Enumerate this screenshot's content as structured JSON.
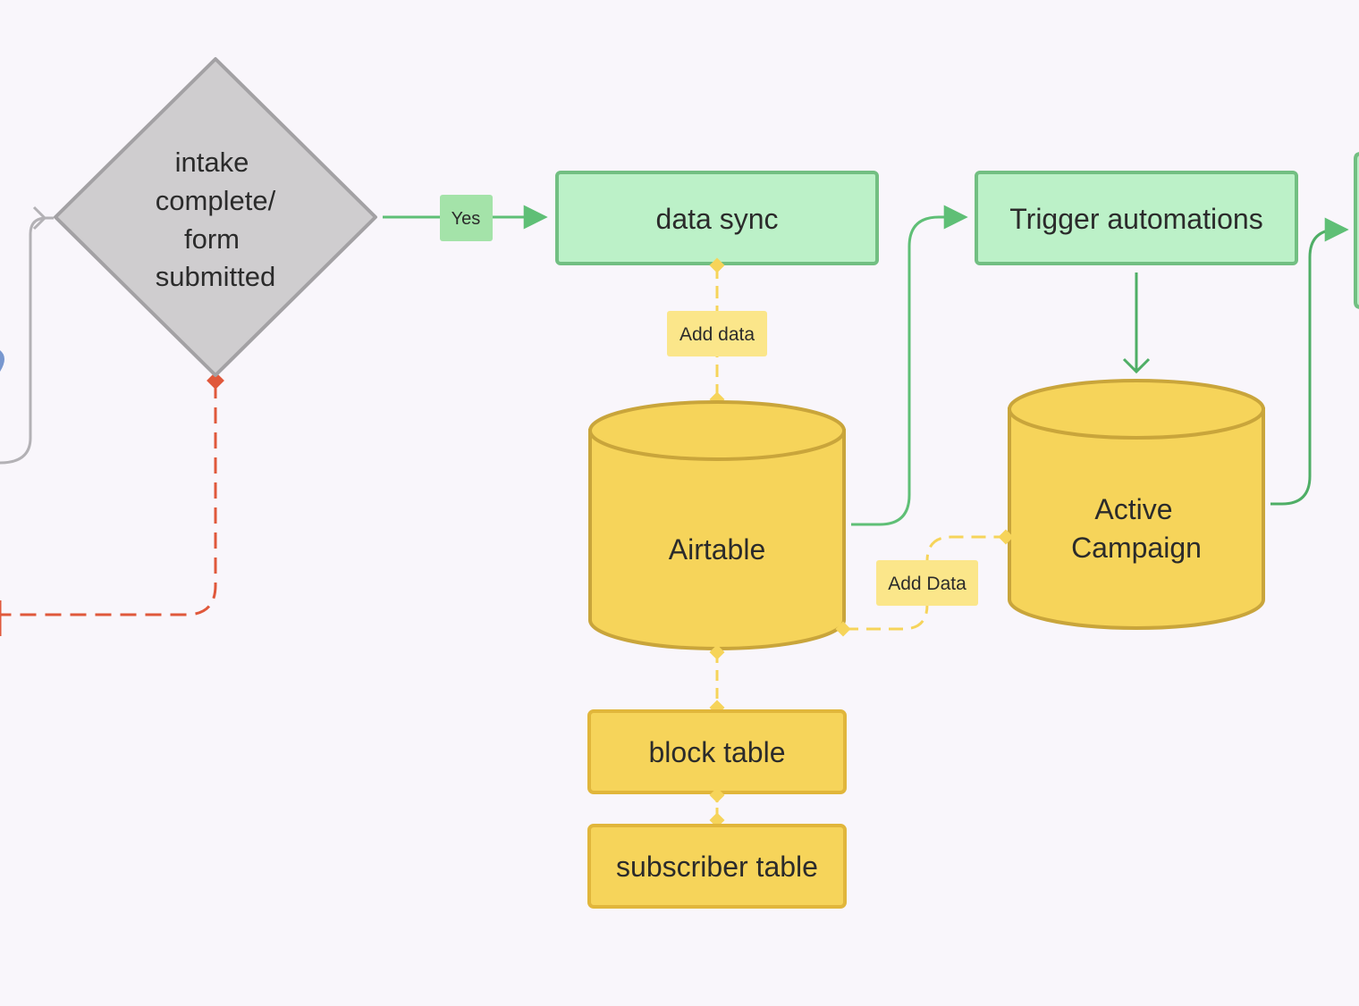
{
  "nodes": {
    "decision": {
      "lines": [
        "intake",
        "complete/",
        "form",
        "submitted"
      ]
    },
    "data_sync": {
      "label": "data sync"
    },
    "trigger": {
      "label": "Trigger automations"
    },
    "airtable": {
      "label": "Airtable"
    },
    "active_campaign": {
      "lines": [
        "Active",
        "Campaign"
      ]
    },
    "block_table": {
      "label": "block table"
    },
    "subscriber_table": {
      "label": "subscriber table"
    }
  },
  "edges": {
    "yes": {
      "label": "Yes"
    },
    "add_data": {
      "label": "Add data"
    },
    "add_data_ac": {
      "label": "Add Data"
    }
  },
  "colors": {
    "background": "#f9f6fb",
    "decision_fill": "#cfcdcf",
    "decision_stroke": "#a3a1a4",
    "process_fill": "#bcf1c8",
    "process_stroke": "#72bf82",
    "db_fill": "#f6d45a",
    "db_stroke": "#c9a53b",
    "table_stroke": "#e1b63b",
    "connector_green": "#5fbf76",
    "connector_yellow": "#f6d45a",
    "connector_red": "#e0583b",
    "connector_gray": "#b3b1b5",
    "yes_tag": "#a4e3a9",
    "add_data_tag": "#fbe68a"
  }
}
